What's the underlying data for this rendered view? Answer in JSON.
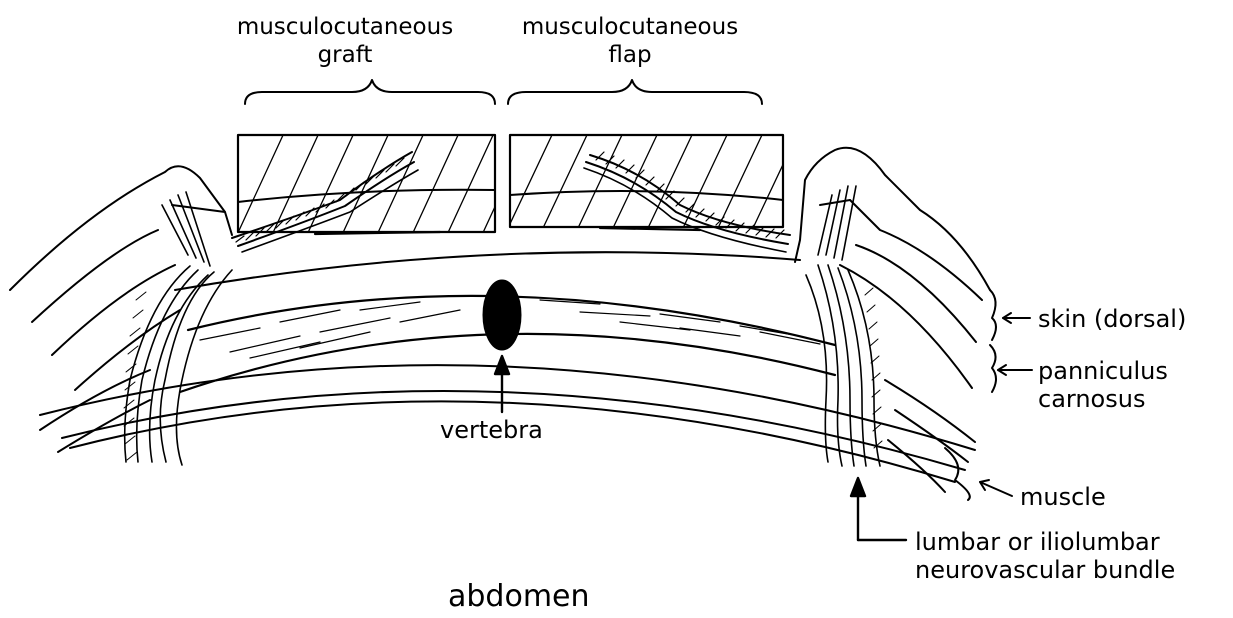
{
  "labels": {
    "graft_line1": "musculocutaneous",
    "graft_line2": "graft",
    "flap_line1": "musculocutaneous",
    "flap_line2": "flap",
    "skin": "skin (dorsal)",
    "panniculus_line1": "panniculus",
    "panniculus_line2": "carnosus",
    "vertebra": "vertebra",
    "muscle": "muscle",
    "bundle_line1": "lumbar or iliolumbar",
    "bundle_line2": "neurovascular bundle",
    "abdomen": "abdomen"
  },
  "colors": {
    "ink": "#000000",
    "paper": "#ffffff"
  }
}
